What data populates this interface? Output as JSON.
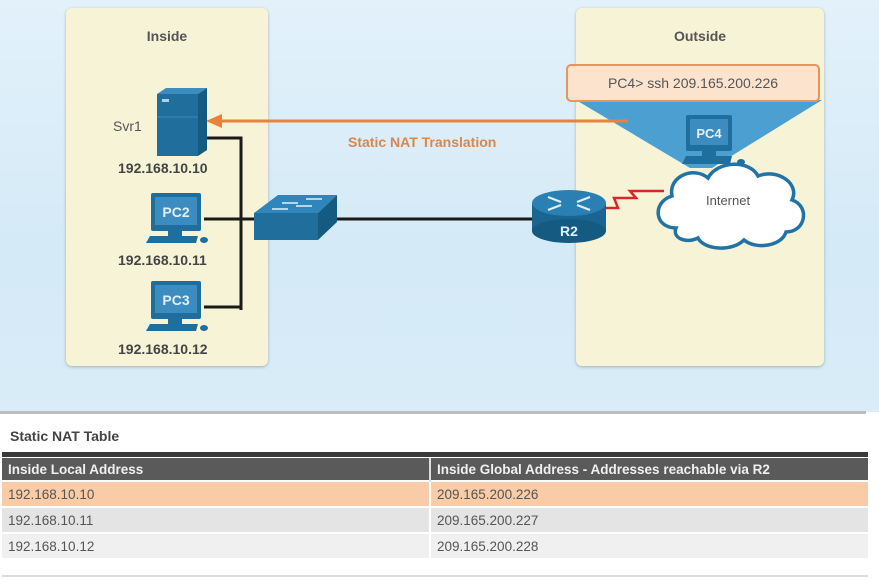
{
  "diagram": {
    "zones": {
      "inside": {
        "title": "Inside"
      },
      "outside": {
        "title": "Outside"
      }
    },
    "devices": {
      "server": {
        "name": "Svr1",
        "ip": "192.168.10.10"
      },
      "pc2": {
        "name": "PC2",
        "ip": "192.168.10.11"
      },
      "pc3": {
        "name": "PC3",
        "ip": "192.168.10.12"
      },
      "pc4": {
        "name": "PC4"
      },
      "router": {
        "name": "R2"
      },
      "cloud": {
        "name": "Internet"
      }
    },
    "translation_label": "Static NAT Translation",
    "command": "PC4> ssh 209.165.200.226",
    "colors": {
      "device_blue": "#1f6e9c",
      "nat_arrow": "#e8823d",
      "serial_link": "#d9262b",
      "zone_bg": "#f6f3d6",
      "highlight_row": "#f9cba6"
    }
  },
  "table": {
    "title": "Static NAT Table",
    "headers": [
      "Inside Local Address",
      "Inside Global Address - Addresses reachable via R2"
    ],
    "rows": [
      {
        "local": "192.168.10.10",
        "global": "209.165.200.226",
        "highlighted": true
      },
      {
        "local": "192.168.10.11",
        "global": "209.165.200.227",
        "highlighted": false
      },
      {
        "local": "192.168.10.12",
        "global": "209.165.200.228",
        "highlighted": false
      }
    ]
  }
}
